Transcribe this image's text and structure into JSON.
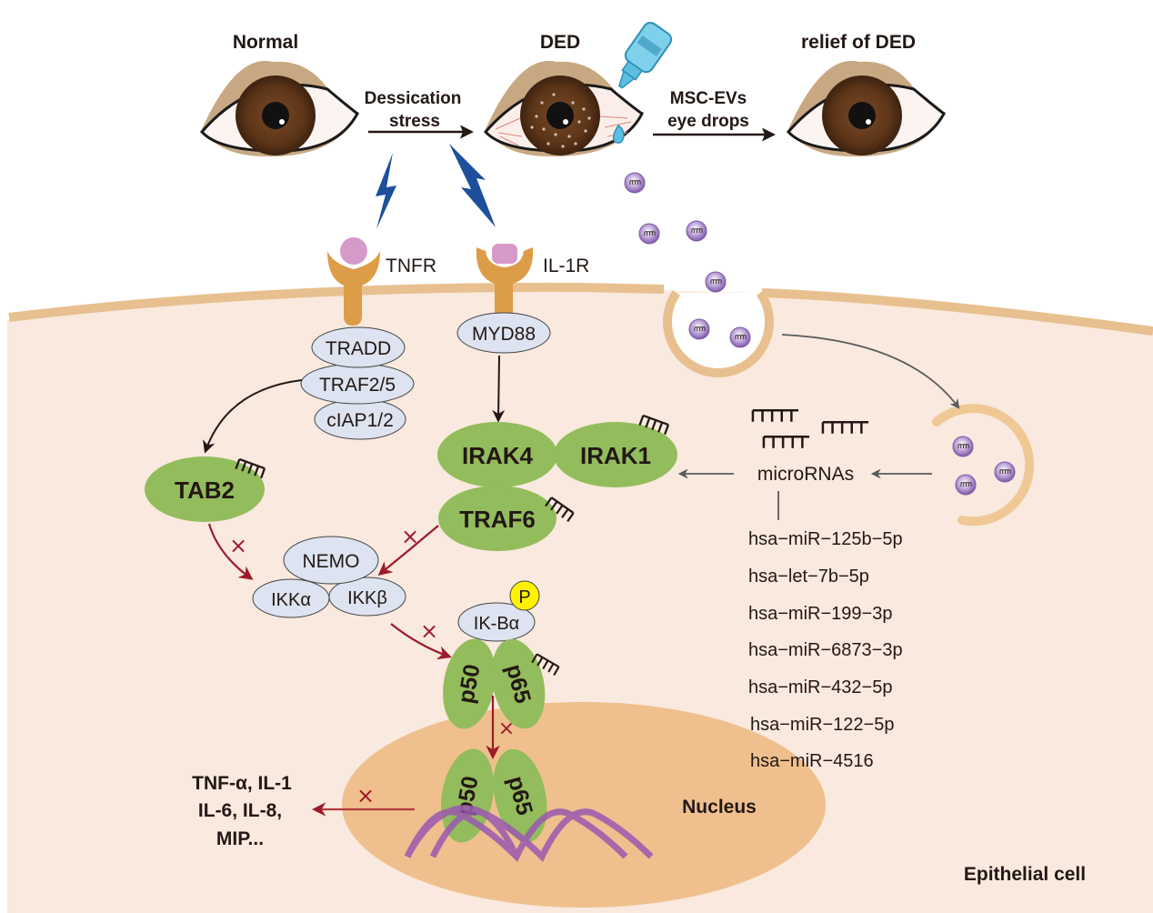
{
  "stages": {
    "normal": "Normal",
    "ded": "DED",
    "relief": "relief of DED"
  },
  "arrows": {
    "stress_line1": "Dessication",
    "stress_line2": "stress",
    "evs_line1": "MSC-EVs",
    "evs_line2": "eye drops"
  },
  "receptors": {
    "tnfr": "TNFR",
    "il1r": "IL-1R"
  },
  "adaptors": {
    "tradd": "TRADD",
    "traf25": "TRAF2/5",
    "ciap": "cIAP1/2",
    "myd88": "MYD88"
  },
  "kinases": {
    "tab2": "TAB2",
    "irak4": "IRAK4",
    "irak1": "IRAK1",
    "traf6": "TRAF6"
  },
  "ikk": {
    "nemo": "NEMO",
    "ikka": "IKKα",
    "ikkb": "IKKβ",
    "ikba": "IK-Bα",
    "phospho": "P"
  },
  "nfkb": {
    "p50": "p50",
    "p65": "p65"
  },
  "mirna": {
    "label": "microRNAs",
    "list": [
      "hsa−miR−125b−5p",
      "hsa−let−7b−5p",
      "hsa−miR−199−3p",
      "hsa−miR−6873−3p",
      "hsa−miR−432−5p",
      "hsa−miR−122−5p",
      "hsa−miR−4516"
    ]
  },
  "outputs": {
    "cytokines_line1": "TNF-α, IL-1",
    "cytokines_line2": "IL-6, IL-8,",
    "cytokines_line3": "MIP..."
  },
  "compartments": {
    "nucleus": "Nucleus",
    "cell": "Epithelial cell"
  },
  "inhibit_mark": "×",
  "colors": {
    "cytoplasm": "#f9e9de",
    "membrane": "#e8c08f",
    "nucleus": "#efc08e",
    "green_protein": "#93bc5c",
    "blue_protein": "#dde3f0",
    "inhibit_red": "#9b1b2a",
    "vesicle_purple": "#8e6bb4",
    "lightning": "#1d4f9c",
    "iris": "#5b3419",
    "receptor": "#dd9c47",
    "ligand": "#d59ac8",
    "phospho": "#fff200"
  }
}
